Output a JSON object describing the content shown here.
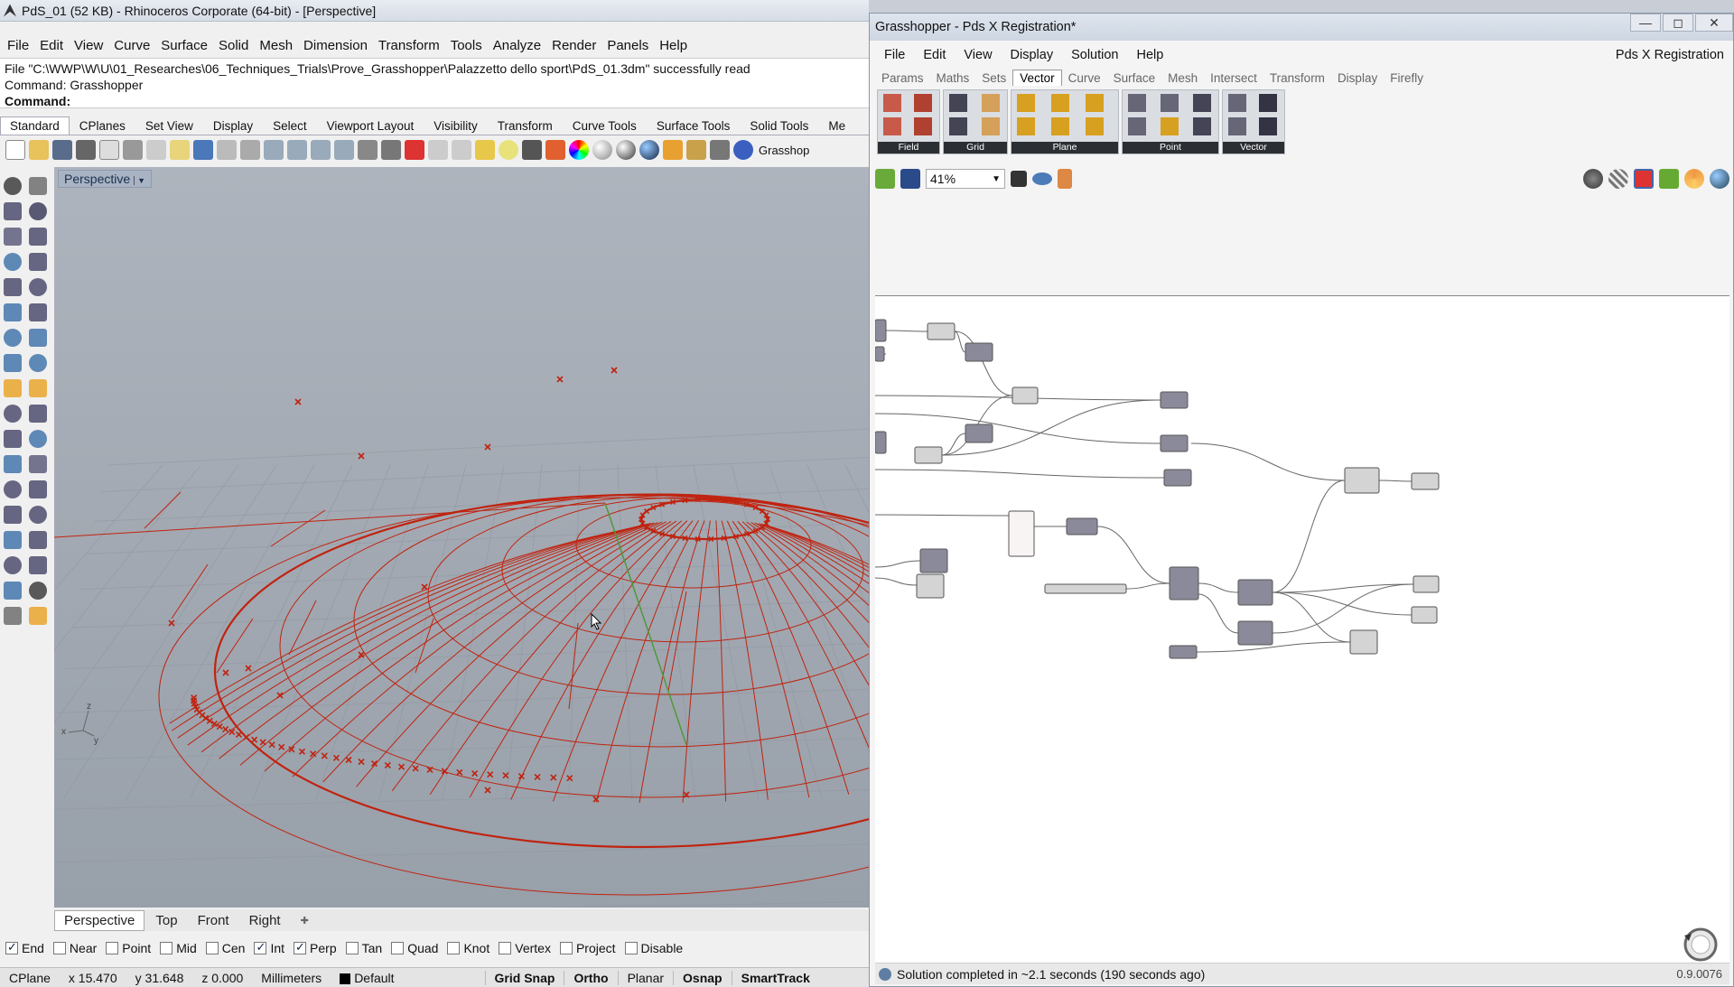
{
  "rhino": {
    "title": "PdS_01 (52 KB) - Rhinoceros Corporate (64-bit) - [Perspective]",
    "menu": [
      "File",
      "Edit",
      "View",
      "Curve",
      "Surface",
      "Solid",
      "Mesh",
      "Dimension",
      "Transform",
      "Tools",
      "Analyze",
      "Render",
      "Panels",
      "Help"
    ],
    "history_line1": "File \"C:\\WWP\\W\\U\\01_Researches\\06_Techniques_Trials\\Prove_Grasshopper\\Palazzetto dello sport\\PdS_01.3dm\" successfully read",
    "history_line2": "Command: Grasshopper",
    "command_prompt": "Command:",
    "toolbar_tabs": [
      "Standard",
      "CPlanes",
      "Set View",
      "Display",
      "Select",
      "Viewport Layout",
      "Visibility",
      "Transform",
      "Curve Tools",
      "Surface Tools",
      "Solid Tools",
      "Me"
    ],
    "toolbar_trailing_label": "Grasshop",
    "viewport_label": "Perspective",
    "axis_labels": {
      "z": "z",
      "x": "x",
      "y": "y"
    },
    "view_tabs": [
      "Perspective",
      "Top",
      "Front",
      "Right"
    ],
    "osnaps": [
      {
        "label": "End",
        "checked": true
      },
      {
        "label": "Near",
        "checked": false
      },
      {
        "label": "Point",
        "checked": false
      },
      {
        "label": "Mid",
        "checked": false
      },
      {
        "label": "Cen",
        "checked": false
      },
      {
        "label": "Int",
        "checked": true
      },
      {
        "label": "Perp",
        "checked": true
      },
      {
        "label": "Tan",
        "checked": false
      },
      {
        "label": "Quad",
        "checked": false
      },
      {
        "label": "Knot",
        "checked": false
      },
      {
        "label": "Vertex",
        "checked": false
      },
      {
        "label": "Project",
        "checked": false
      },
      {
        "label": "Disable",
        "checked": false
      }
    ],
    "status": {
      "cplane": "CPlane",
      "x": "x 15.470",
      "y": "y 31.648",
      "z": "z 0.000",
      "units": "Millimeters",
      "layer": "Default",
      "grid_snap": "Grid Snap",
      "ortho": "Ortho",
      "planar": "Planar",
      "osnap": "Osnap",
      "smarttrack": "SmartTrack"
    },
    "colors": {
      "geometry": "#c0230f",
      "green_axis": "#4c9a3a"
    }
  },
  "gh": {
    "title": "Grasshopper - Pds X Registration*",
    "menu": [
      "File",
      "Edit",
      "View",
      "Display",
      "Solution",
      "Help"
    ],
    "doc_name": "Pds X Registration",
    "categories": [
      "Params",
      "Maths",
      "Sets",
      "Vector",
      "Curve",
      "Surface",
      "Mesh",
      "Intersect",
      "Transform",
      "Display",
      "Firefly"
    ],
    "active_category": "Vector",
    "groups": [
      "Field",
      "Grid",
      "Plane",
      "Point",
      "Vector"
    ],
    "zoom": "41%",
    "status": "Solution completed in ~2.1 seconds (190 seconds ago)",
    "version": "0.9.0076"
  }
}
